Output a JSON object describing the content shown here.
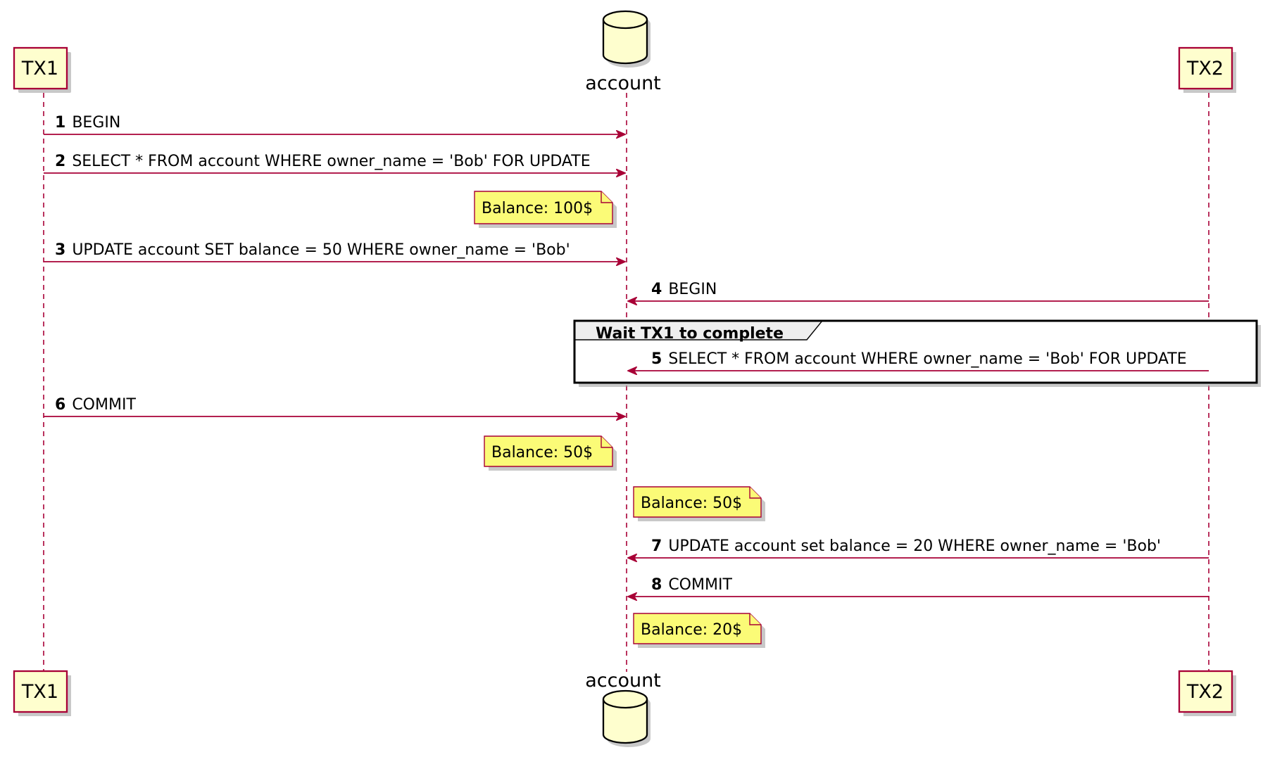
{
  "participants": {
    "tx1": {
      "label": "TX1"
    },
    "account": {
      "label": "account"
    },
    "tx2": {
      "label": "TX2"
    }
  },
  "messages": [
    {
      "num": "1",
      "text": "BEGIN",
      "from": "tx1",
      "to": "account"
    },
    {
      "num": "2",
      "text": "SELECT * FROM account WHERE owner_name = 'Bob' FOR UPDATE",
      "from": "tx1",
      "to": "account"
    },
    {
      "num": "3",
      "text": "UPDATE account SET balance = 50 WHERE owner_name = 'Bob'",
      "from": "tx1",
      "to": "account"
    },
    {
      "num": "4",
      "text": "BEGIN",
      "from": "tx2",
      "to": "account"
    },
    {
      "num": "5",
      "text": "SELECT * FROM account WHERE owner_name = 'Bob' FOR UPDATE",
      "from": "tx2",
      "to": "account"
    },
    {
      "num": "6",
      "text": "COMMIT",
      "from": "tx1",
      "to": "account"
    },
    {
      "num": "7",
      "text": "UPDATE account set balance = 20 WHERE owner_name = 'Bob'",
      "from": "tx2",
      "to": "account"
    },
    {
      "num": "8",
      "text": "COMMIT",
      "from": "tx2",
      "to": "account"
    }
  ],
  "notes": [
    {
      "text": "Balance: 100$",
      "side": "left of account"
    },
    {
      "text": "Balance: 50$",
      "side": "left of account"
    },
    {
      "text": "Balance: 50$",
      "side": "right of account"
    },
    {
      "text": "Balance: 20$",
      "side": "right of account"
    }
  ],
  "group": {
    "title": "Wait TX1 to complete"
  },
  "colors": {
    "arrow": "#A80036",
    "participant_fill": "#FEFECE",
    "note_fill": "#FBFB77",
    "group_tab_fill": "#EEEEEE"
  }
}
